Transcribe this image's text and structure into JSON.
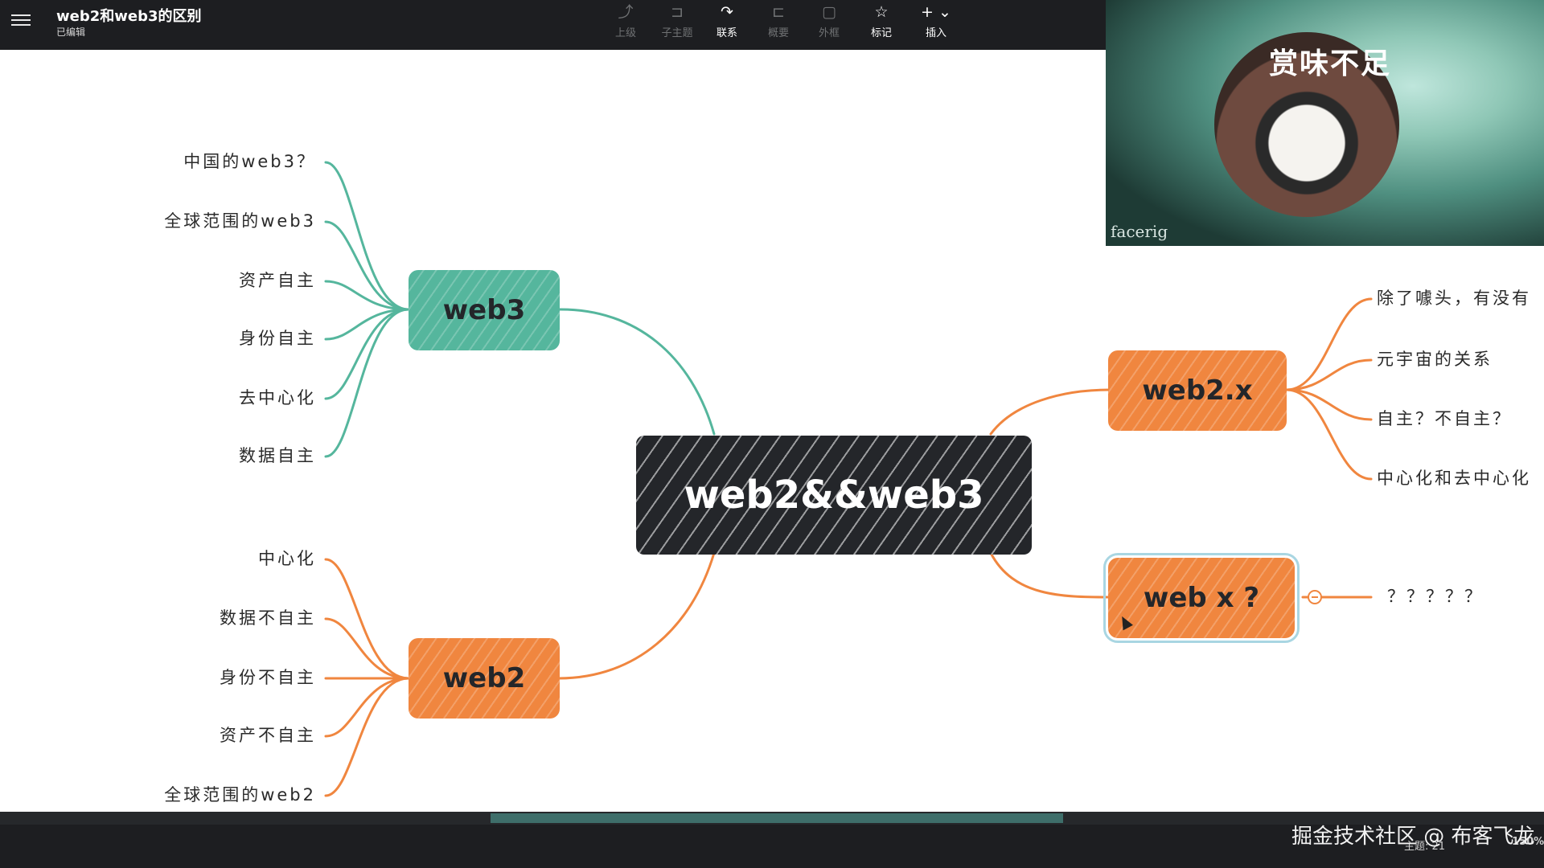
{
  "header": {
    "title": "web2和web3的区别",
    "status": "已编辑",
    "tools": [
      {
        "label": "上级",
        "icon": "subtopic-icon",
        "enabled": false
      },
      {
        "label": "子主题",
        "icon": "child-topic-icon",
        "enabled": false
      },
      {
        "label": "联系",
        "icon": "relation-icon",
        "enabled": true
      },
      {
        "label": "概要",
        "icon": "summary-icon",
        "enabled": false
      },
      {
        "label": "外框",
        "icon": "boundary-icon",
        "enabled": false
      },
      {
        "label": "标记",
        "icon": "star-icon",
        "enabled": true
      },
      {
        "label": "插入",
        "icon": "plus-icon",
        "enabled": true
      }
    ]
  },
  "mindmap": {
    "center": "web2&&web3",
    "web3": {
      "label": "web3",
      "leaves": [
        "中国的web3？",
        "全球范围的web3",
        "资产自主",
        "身份自主",
        "去中心化",
        "数据自主"
      ]
    },
    "web2": {
      "label": "web2",
      "leaves": [
        "中心化",
        "数据不自主",
        "身份不自主",
        "资产不自主",
        "全球范围的web2"
      ]
    },
    "web2x": {
      "label": "web2.x",
      "leaves": [
        "除了噱头，有没有",
        "元宇宙的关系",
        "自主？不自主？",
        "中心化和去中心化"
      ]
    },
    "webx": {
      "label": "web x ?",
      "leaves": [
        "？？？？？"
      ]
    },
    "colors": {
      "teal": "#55b69d",
      "orange": "#f0863f",
      "dark": "#24262a"
    }
  },
  "webcam": {
    "caption": "赏味不足",
    "watermark": "facerig"
  },
  "footer": {
    "site": "掘金技术社区 @ 布客飞龙",
    "topics": "主题: 21",
    "zoom": "150%"
  }
}
